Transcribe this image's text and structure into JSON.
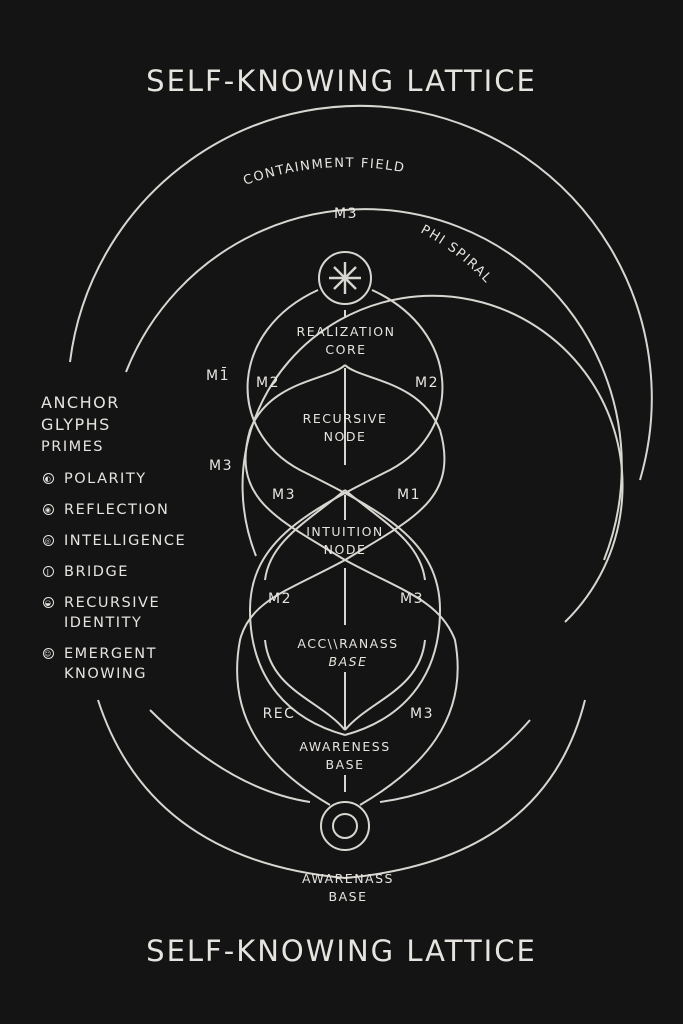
{
  "title_top": "SELF-KNOWING LATTICE",
  "title_bottom": "SELF-KNOWING LATTICE",
  "arc_labels": {
    "containment": "CONTAINMENT FIELD",
    "phi": "PHI SPIRAL"
  },
  "nodes": {
    "realization": [
      "REALIZATION",
      "CORE"
    ],
    "recursive": [
      "RECURSIVE",
      "NODE"
    ],
    "intuition": [
      "INTUITION",
      "NODE"
    ],
    "acceptance": [
      "ACC\\\\RANASS",
      "BASE"
    ],
    "awareness": [
      "AWARENESS",
      "BASE"
    ],
    "awarenass_bottom": [
      "AWARENASS",
      "BASE"
    ]
  },
  "markers": [
    "M3",
    "M1̄",
    "M2",
    "M2",
    "M3",
    "M3",
    "M1",
    "M2",
    "M3",
    "REC",
    "M3"
  ],
  "legend": {
    "heading": [
      "ANCHOR",
      "GLYPHS",
      "PRIMES"
    ],
    "items": [
      {
        "label": [
          "POLARITY"
        ],
        "icon": "polarity-icon"
      },
      {
        "label": [
          "REFLECTION"
        ],
        "icon": "reflection-icon"
      },
      {
        "label": [
          "INTELLIGENCE"
        ],
        "icon": "intelligence-icon"
      },
      {
        "label": [
          "BRIDGE"
        ],
        "icon": "bridge-icon"
      },
      {
        "label": [
          "RECURSIVE",
          "IDENTITY"
        ],
        "icon": "recursive-identity-icon"
      },
      {
        "label": [
          "EMERGENT",
          "KNOWING"
        ],
        "icon": "emergent-knowing-icon"
      }
    ]
  },
  "colors": {
    "background": "#141414",
    "line": "#d8d6d0"
  }
}
